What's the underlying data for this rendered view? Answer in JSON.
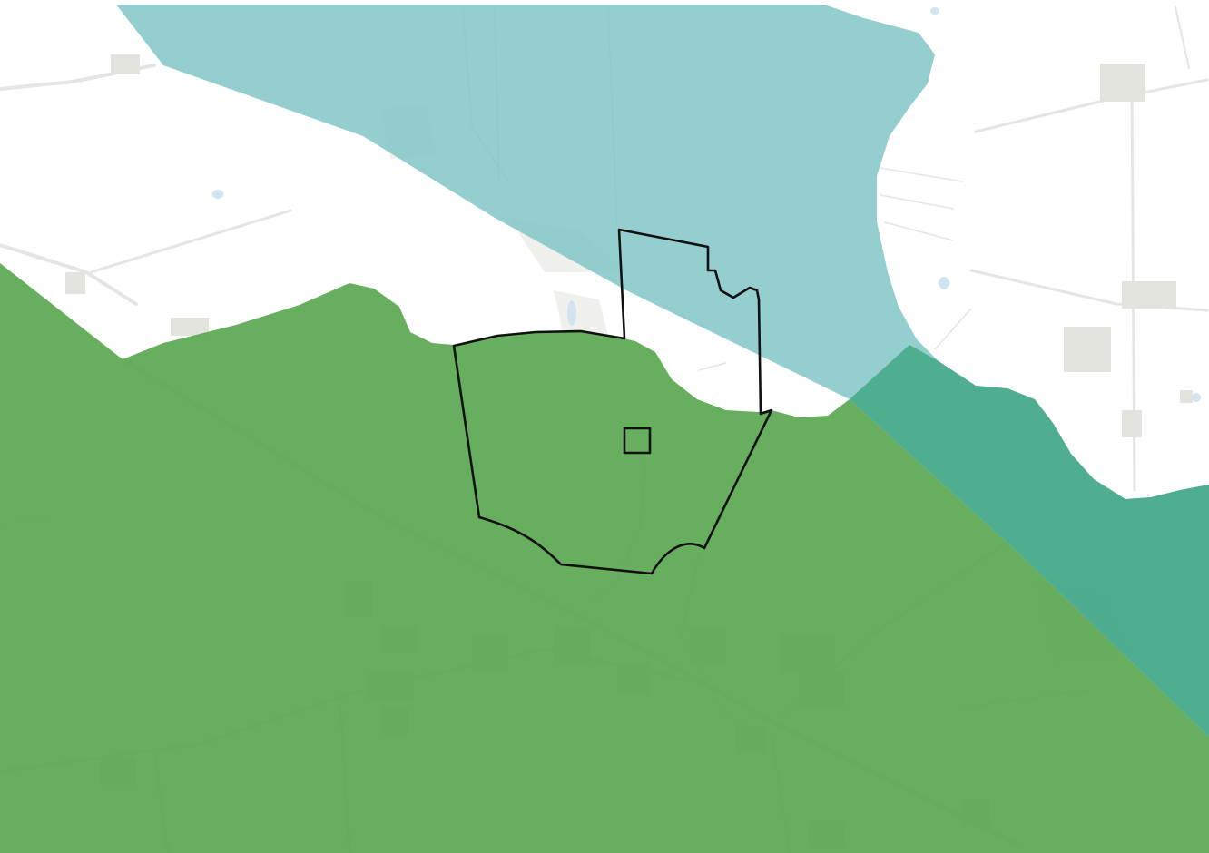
{
  "map": {
    "colors": {
      "background": "#ffffff",
      "road": "#e3e6e3",
      "field": "#f0f1ec",
      "building": "#e4e4de",
      "water": "#d4e3ee",
      "green_overlay": "#5aa850",
      "blue_overlay": "#7cc3c5",
      "overlap": "#4bab8c",
      "boundary": "#111111"
    },
    "layers": [
      {
        "name": "green-zone"
      },
      {
        "name": "blue-zone"
      },
      {
        "name": "overlap-zone"
      }
    ],
    "boundary": {
      "name": "site-boundary"
    }
  }
}
